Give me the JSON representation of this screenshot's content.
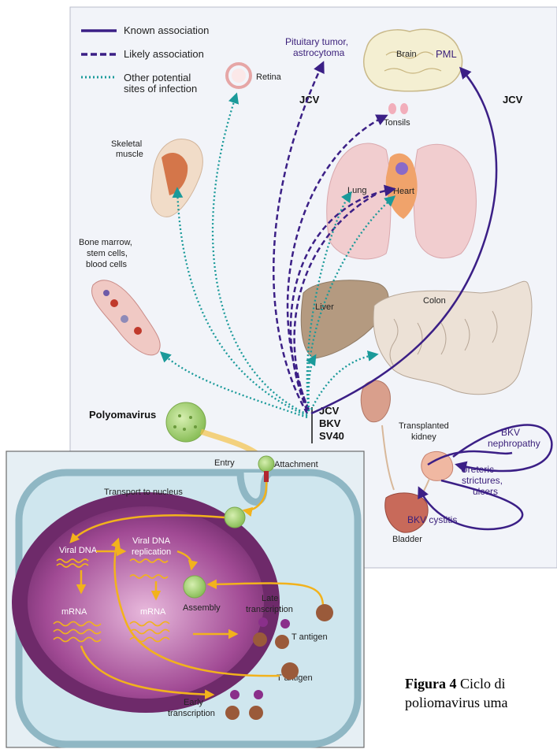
{
  "legend": {
    "known": "Known association",
    "likely": "Likely association",
    "other_1": "Other potential",
    "other_2": "sites of infection"
  },
  "organs": {
    "pituitary_1": "Pituitary tumor,",
    "pituitary_2": "astrocytoma",
    "brain": "Brain",
    "pml": "PML",
    "retina": "Retina",
    "tonsils": "Tonsils",
    "skeletal_1": "Skeletal",
    "skeletal_2": "muscle",
    "lung": "Lung",
    "heart": "Heart",
    "bone_1": "Bone marrow,",
    "bone_2": "stem cells,",
    "bone_3": "blood cells",
    "liver": "Liver",
    "colon": "Colon",
    "transplanted_1": "Transplanted",
    "transplanted_2": "kidney",
    "bladder": "Bladder"
  },
  "viruses": {
    "jcv_left": "JCV",
    "jcv_right": "JCV",
    "jcv": "JCV",
    "bkv": "BKV",
    "sv40": "SV40",
    "polyomavirus": "Polyomavirus"
  },
  "conditions": {
    "bkv_nephropathy_1": "BKV",
    "bkv_nephropathy_2": "nephropathy",
    "ureteric_1": "Ureteric",
    "ureteric_2": "strictures,",
    "ureteric_3": "ulcers",
    "bkv_cystitis": "BKV cystitis"
  },
  "cell": {
    "entry": "Entry",
    "attachment": "Attachment",
    "transport": "Transport to nucleus",
    "viral_dna": "Viral DNA",
    "replication_1": "Viral DNA",
    "replication_2": "replication",
    "mrna_left": "mRNA",
    "mrna_center": "mRNA",
    "assembly": "Assembly",
    "late_1": "Late",
    "late_2": "transcription",
    "t_antigen_top": "T antigen",
    "t_antigen_bottom": "T antigen",
    "early_1": "Early",
    "early_2": "transcription"
  },
  "caption": {
    "label": "Figura 4",
    "line1": "Ciclo di",
    "line2": "poliomavirus uma"
  },
  "colors": {
    "known": "#3b1f86",
    "likely": "#3b1f86",
    "other": "#1a9a9a",
    "panel_bg": "#f3f5fa",
    "cell_bg": "#d9ecf2",
    "nucleus": "#b8569f",
    "arrow_yellow": "#f2b21c"
  }
}
